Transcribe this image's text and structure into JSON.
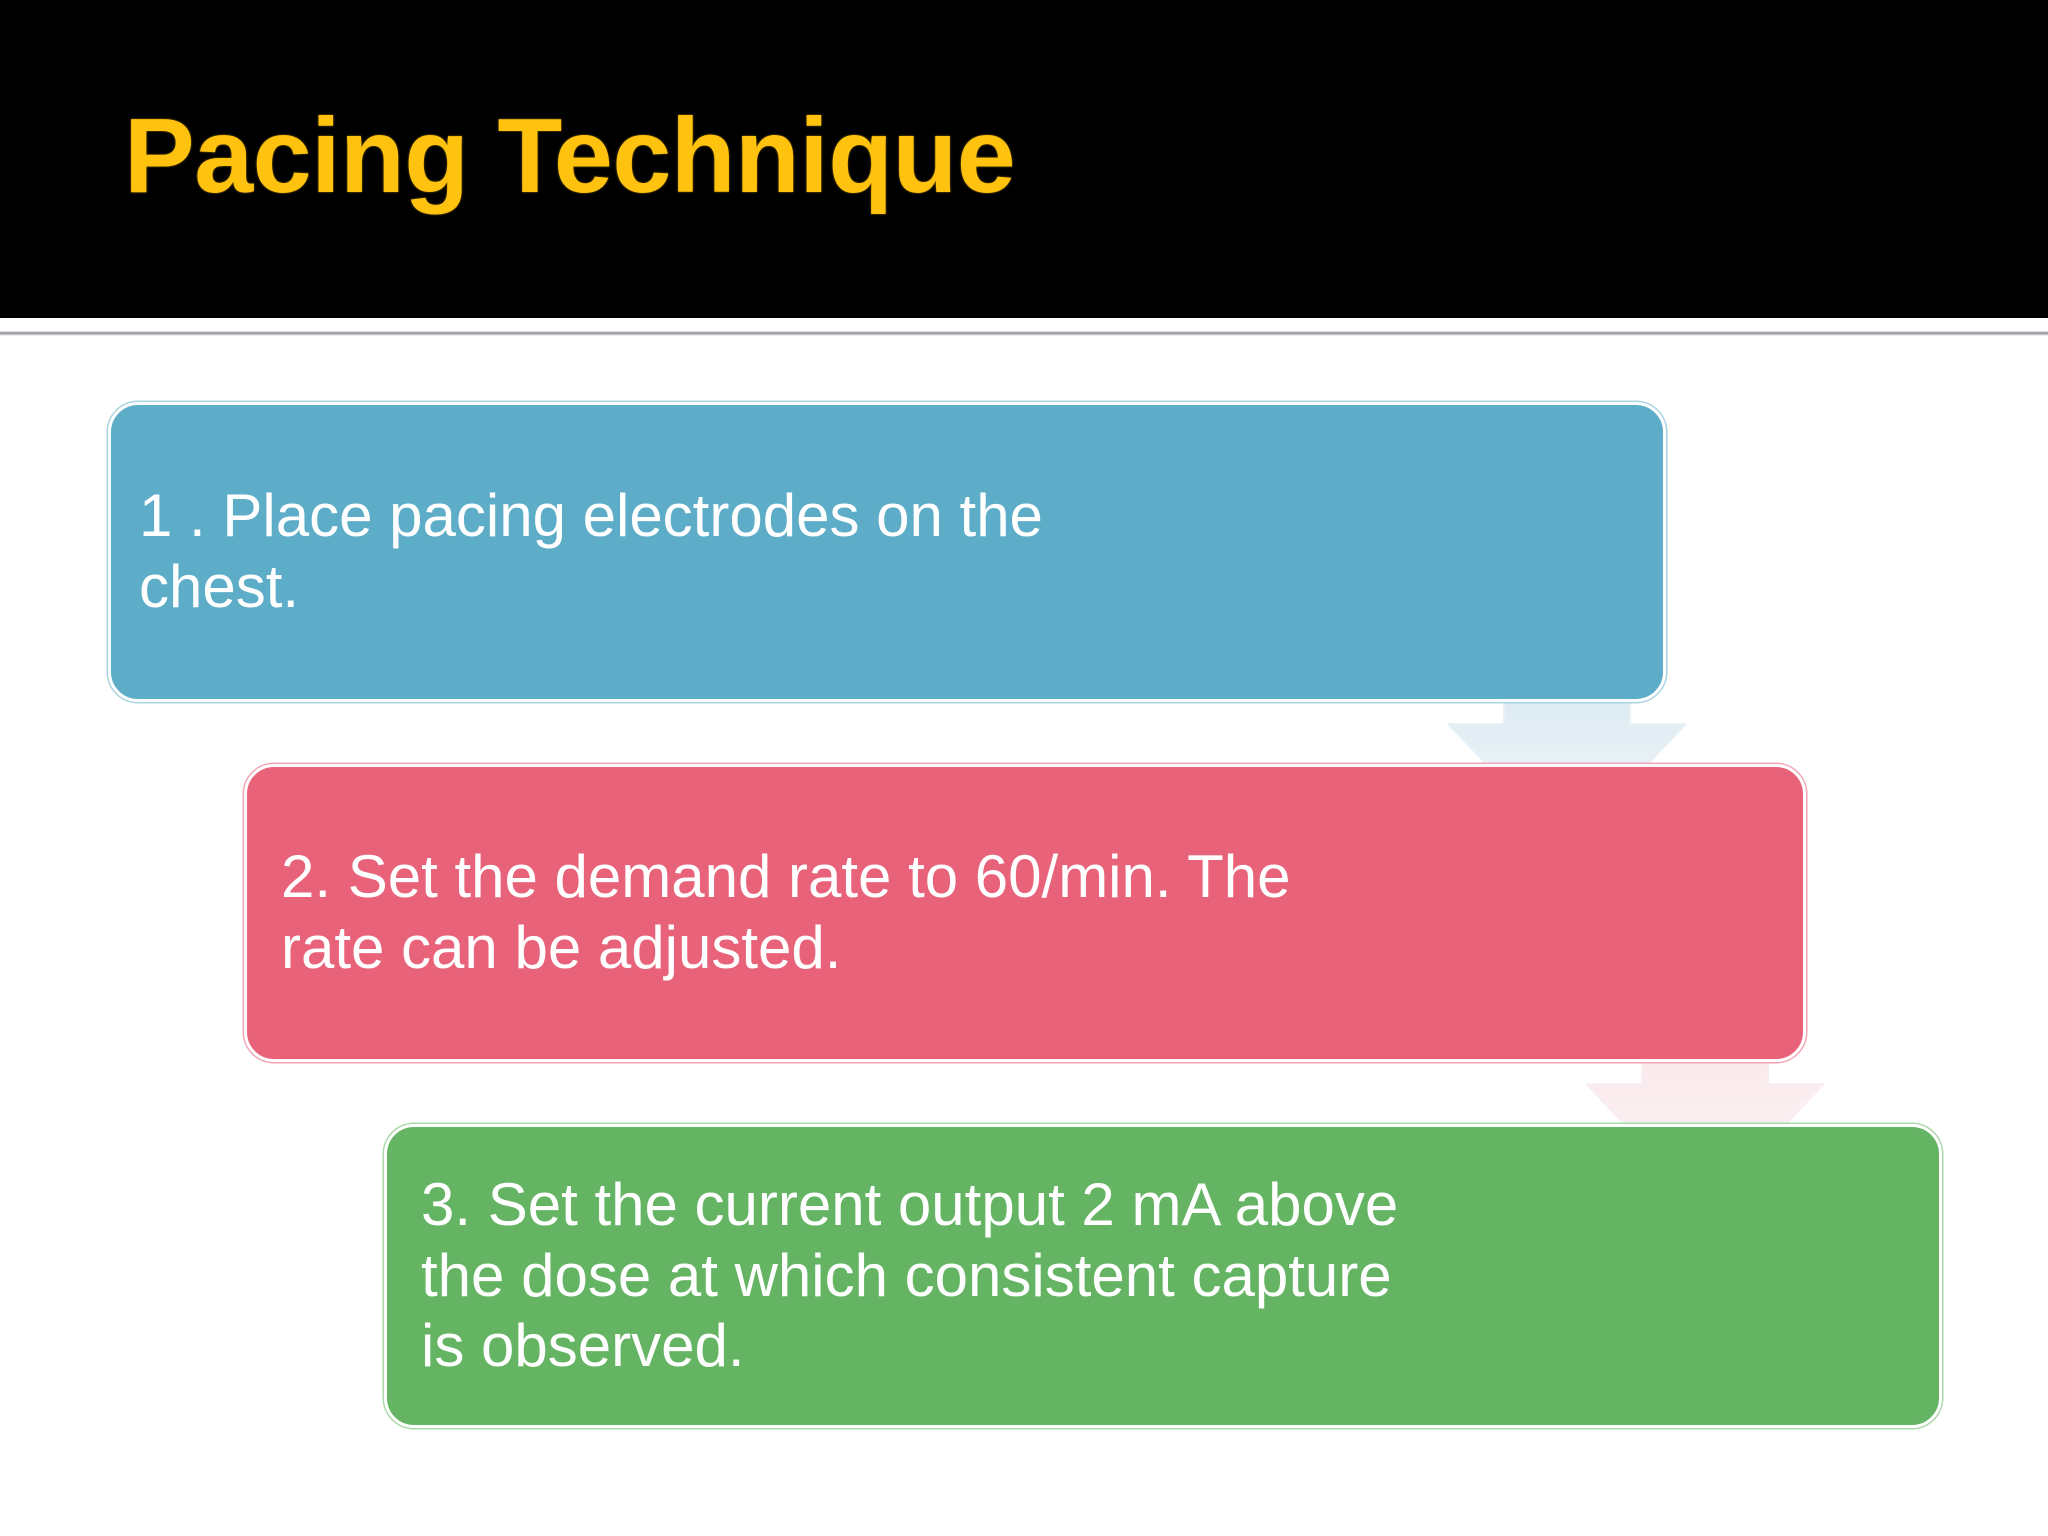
{
  "slide": {
    "title": "Pacing Technique",
    "title_color": "#ffc20e",
    "title_band_color": "#000000",
    "background_color": "#ffffff"
  },
  "process": {
    "steps": [
      {
        "id": "step-1",
        "number": "1",
        "text": "1 . Place pacing electrodes on the\nchest.",
        "color": "#5dadc8",
        "border_color": "#ffffff"
      },
      {
        "id": "step-2",
        "number": "2",
        "text": "2. Set the demand rate to 60/min. The\nrate can be adjusted.",
        "color": "#e8637a",
        "border_color": "#ffffff"
      },
      {
        "id": "step-3",
        "number": "3",
        "text": "3. Set the current output 2 mA above\nthe dose at which consistent capture\nis observed.",
        "color": "#64b464",
        "border_color": "#ffffff"
      }
    ],
    "connectors": [
      {
        "id": "arrow-1",
        "icon": "arrow-down-icon",
        "color": "#dce9f0"
      },
      {
        "id": "arrow-2",
        "icon": "arrow-down-icon",
        "color": "#f7dfe3"
      }
    ]
  }
}
